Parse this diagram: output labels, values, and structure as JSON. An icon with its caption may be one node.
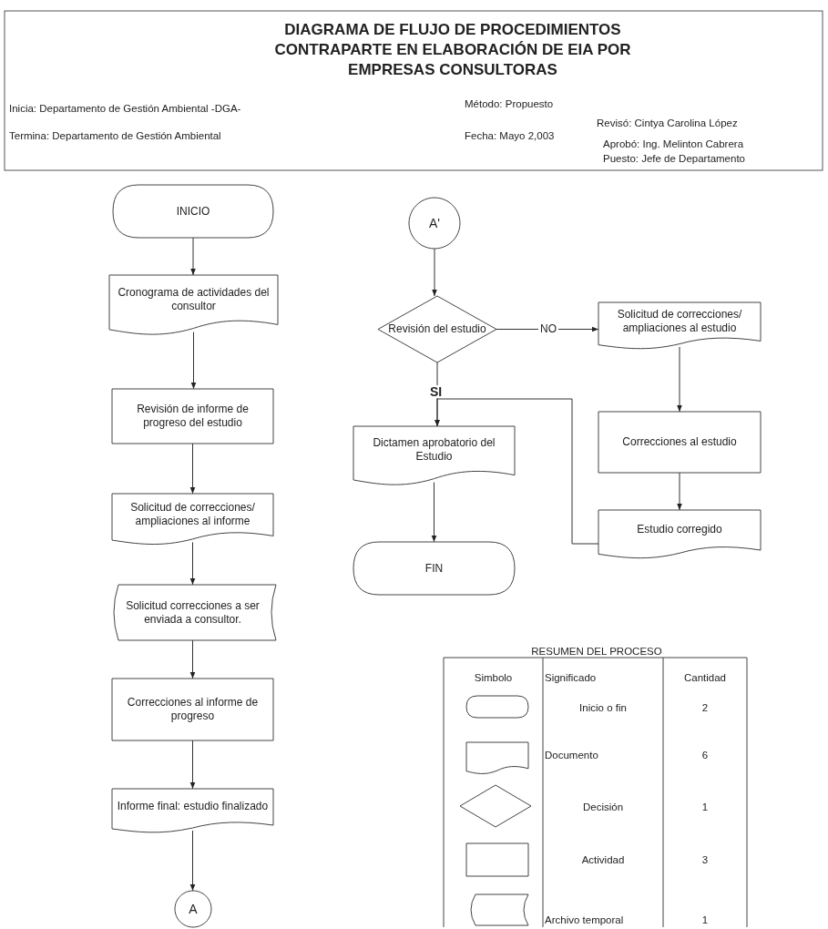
{
  "diagram": {
    "title": "DIAGRAMA DE FLUJO DE PROCEDIMIENTOS CONTRAPARTE EN ELABORACIÓN DE EIA POR EMPRESAS CONSULTORAS",
    "nodes": [
      {
        "text": [
          "INICIO"
        ]
      },
      {
        "text": [
          "Cronograma de actividades del consultor"
        ]
      },
      {
        "text": [
          "Revisión de informe de progreso del estudio"
        ]
      },
      {
        "text": [
          "Solicitud de correcciones/ ampliaciones al informe"
        ]
      },
      {
        "text": [
          "Solicitud correcciones a ser enviada a consultor."
        ]
      },
      {
        "text": [
          "Correcciones al informe de progreso"
        ]
      },
      {
        "text": [
          "Informe final: estudio finalizado"
        ]
      },
      {
        "text": [
          "A"
        ]
      },
      {
        "text": [
          "A'"
        ]
      },
      {
        "text": [
          "Revisión del estudio"
        ]
      },
      {
        "text": [
          "Solicitud de correcciones/ ampliaciones al estudio"
        ]
      },
      {
        "text": [
          "Correcciones al estudio"
        ]
      },
      {
        "text": [
          "Estudio corregido"
        ]
      },
      {
        "text": [
          "Dictamen aprobatorio del Estudio"
        ]
      },
      {
        "text": [
          "FIN"
        ]
      }
    ],
    "edges": [
      {
        "from": 0,
        "to": 1,
        "arrow": "to"
      },
      {
        "from": 1,
        "to": 2,
        "arrow": "to"
      },
      {
        "from": 2,
        "to": 3,
        "arrow": "to"
      },
      {
        "from": 3,
        "to": 4,
        "arrow": "to"
      },
      {
        "from": 4,
        "to": 5,
        "arrow": "to"
      },
      {
        "from": 5,
        "to": 6,
        "arrow": "to"
      },
      {
        "from": 6,
        "to": 7,
        "arrow": "to"
      },
      {
        "from": 8,
        "to": 9,
        "arrow": "to"
      },
      {
        "from": 9,
        "to": 10,
        "arrow": "to",
        "label": "NO"
      },
      {
        "from": 9,
        "to": 13,
        "arrow": "to",
        "label": "SI"
      },
      {
        "from": 10,
        "to": 11,
        "arrow": "to"
      },
      {
        "from": 11,
        "to": 12,
        "arrow": "to"
      },
      {
        "from": 12,
        "to": 13,
        "arrow": "to"
      },
      {
        "from": 13,
        "to": 14,
        "arrow": "to"
      }
    ],
    "labels": [
      "Inicia: Departamento de Gestión Ambiental -DGA-",
      "Método: Propuesto",
      "Revisó: Cintya Carolina López",
      "Termina: Departamento de Gestión Ambiental",
      "Fecha: Mayo 2,003",
      "Aprobó: Ing. Melinton Cabrera",
      "Puesto: Jefe de Departamento",
      "RESUMEN DEL PROCESO",
      "Simbolo",
      "Significado",
      "Cantidad",
      "Inicio o fin",
      "2",
      "Documento",
      "6",
      "Decisión",
      "1",
      "Actividad",
      "3",
      "Archivo temporal",
      "1"
    ]
  }
}
